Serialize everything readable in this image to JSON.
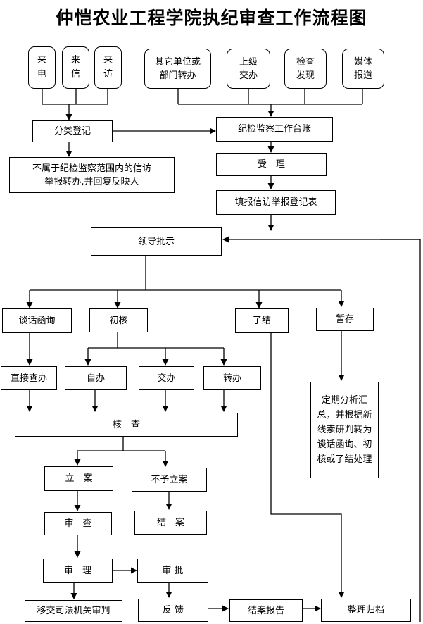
{
  "title": "仲恺农业工程学院执纪审查工作流程图",
  "sources": {
    "laidian": "来电",
    "laixin": "来信",
    "laifang": "来访",
    "other_units": "其它单位或部门转办",
    "superior": "上级交办",
    "inspection": "检查发现",
    "media": "媒体报道"
  },
  "steps": {
    "classify": "分类登记",
    "ledger": "纪检监察工作台账",
    "not_in_scope": "不属于纪检监察范围内的信访举报转办,并回复反映人",
    "accept": "受　理",
    "fill_form": "填报信访举报登记表",
    "leader": "领导批示",
    "talk": "谈话函询",
    "preliminary": "初核",
    "close": "了结",
    "hold": "暂存",
    "direct_check": "直接查办",
    "self_handle": "自办",
    "assign": "交办",
    "transfer": "转办",
    "verify": "核　查",
    "hold_note": "定期分析汇总，并根据新线索研判转为谈话函询、初核或了结处理",
    "file_case": "立　案",
    "no_case": "不予立案",
    "investigate": "审　查",
    "conclude": "结　案",
    "trial": "审　理",
    "approve": "审 批",
    "judicial": "移交司法机关审判",
    "feedback": "反 馈",
    "report": "结案报告",
    "archive": "整理归档"
  }
}
